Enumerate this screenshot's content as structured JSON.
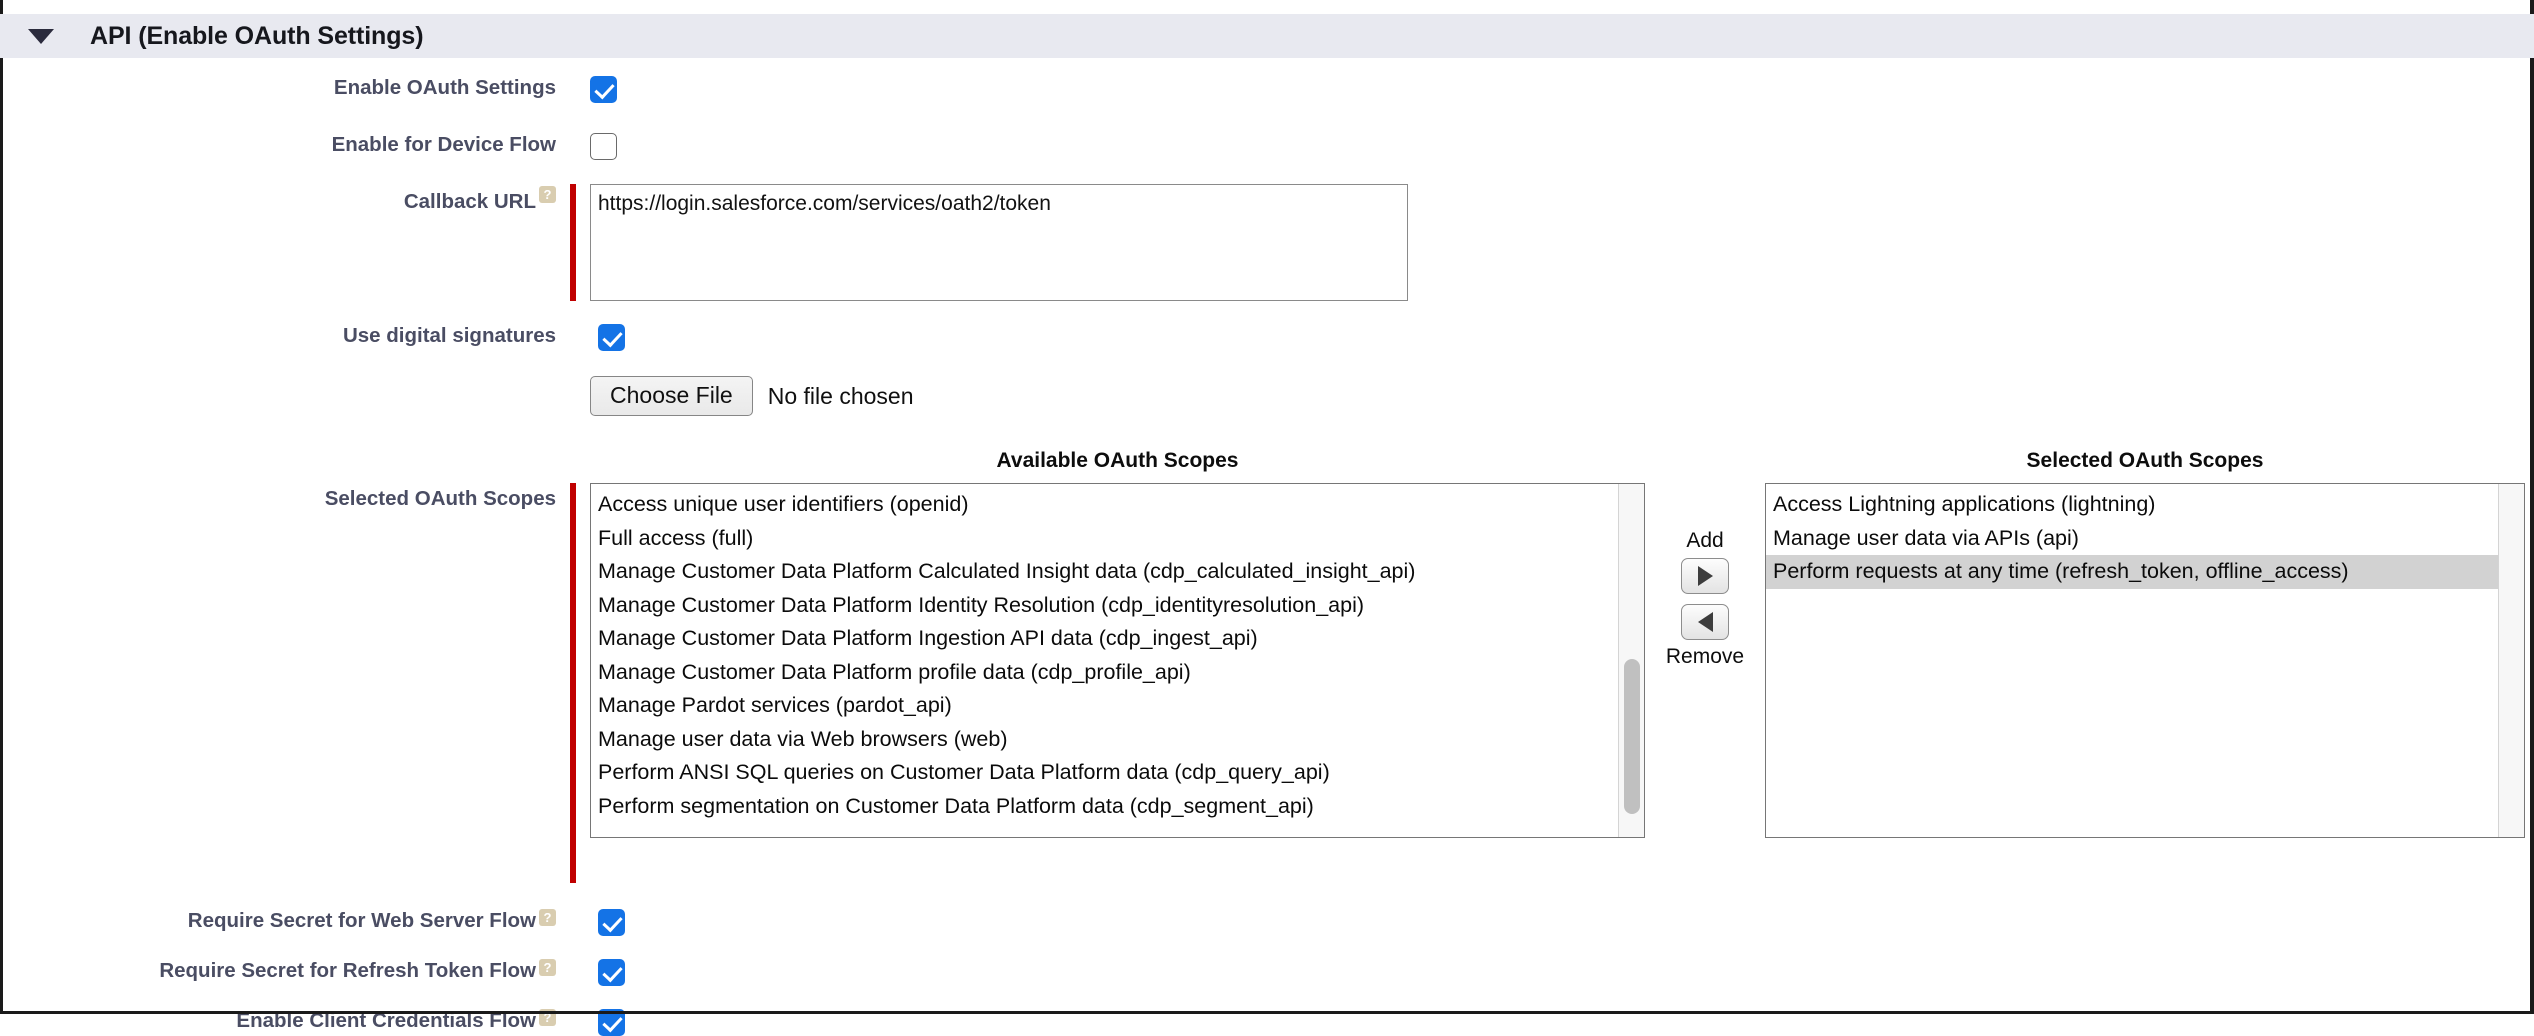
{
  "section": {
    "title": "API (Enable OAuth Settings)",
    "collapse_icon": "triangle-down-icon",
    "expanded": true,
    "header_bg": "#e8e9f0"
  },
  "help_icon_glyph": "?",
  "fields": {
    "enable_oauth": {
      "label": "Enable OAuth Settings",
      "checked": true,
      "has_help": false,
      "required": false
    },
    "device_flow": {
      "label": "Enable for Device Flow",
      "checked": false,
      "has_help": false,
      "required": false
    },
    "callback_url": {
      "label": "Callback URL",
      "has_help": true,
      "required": true,
      "value": "https://login.salesforce.com/services/oath2/token",
      "placeholder": ""
    },
    "digital_signatures": {
      "label": "Use digital signatures",
      "checked": true,
      "has_help": false,
      "required": false
    },
    "file_upload": {
      "button_label": "Choose File",
      "status_text": "No file chosen"
    },
    "selected_scopes": {
      "label": "Selected OAuth Scopes",
      "required": true,
      "has_help": false
    },
    "require_secret_web_server": {
      "label": "Require Secret for Web Server Flow",
      "checked": true,
      "has_help": true,
      "required": false
    },
    "require_secret_refresh_token": {
      "label": "Require Secret for Refresh Token Flow",
      "checked": true,
      "has_help": true,
      "required": false
    },
    "client_credentials_flow": {
      "label": "Enable Client Credentials Flow",
      "checked": true,
      "has_help": true,
      "required": false
    }
  },
  "dual_list": {
    "available_heading": "Available OAuth Scopes",
    "selected_heading": "Selected OAuth Scopes",
    "add_label": "Add",
    "remove_label": "Remove",
    "add_icon": "arrow-right-icon",
    "remove_icon": "arrow-left-icon",
    "available_options": [
      "Access unique user identifiers (openid)",
      "Full access (full)",
      "Manage Customer Data Platform Calculated Insight data (cdp_calculated_insight_api)",
      "Manage Customer Data Platform Identity Resolution (cdp_identityresolution_api)",
      "Manage Customer Data Platform Ingestion API data (cdp_ingest_api)",
      "Manage Customer Data Platform profile data (cdp_profile_api)",
      "Manage Pardot services (pardot_api)",
      "Manage user data via Web browsers (web)",
      "Perform ANSI SQL queries on Customer Data Platform data (cdp_query_api)",
      "Perform segmentation on Customer Data Platform data (cdp_segment_api)"
    ],
    "available_selected_index": -1,
    "available_has_scrollbar": true,
    "selected_options": [
      "Access Lightning applications (lightning)",
      "Manage user data via APIs (api)",
      "Perform requests at any time (refresh_token, offline_access)"
    ],
    "selected_selected_index": 2,
    "selected_has_scrollbar": true
  },
  "colors": {
    "checkbox_checked": "#1473e6",
    "required_bar": "#c00000",
    "help_icon": "#d9cdb0",
    "highlight_row": "#d2d2d2",
    "label_text": "#4a4d63"
  }
}
